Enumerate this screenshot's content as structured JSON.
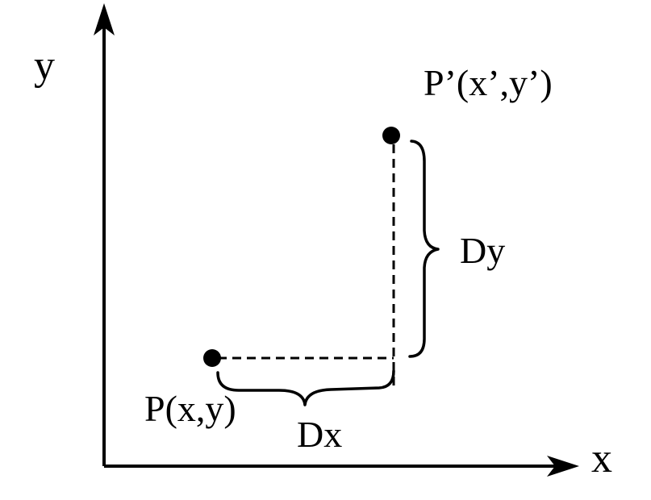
{
  "axes": {
    "x_label": "x",
    "y_label": "y"
  },
  "points": {
    "original": {
      "label": "P(x,y)"
    },
    "translated": {
      "label": "P’(x’,y’)"
    }
  },
  "offsets": {
    "dx_label": "Dx",
    "dy_label": "Dy"
  },
  "colors": {
    "ink": "#000000",
    "background": "#ffffff"
  }
}
